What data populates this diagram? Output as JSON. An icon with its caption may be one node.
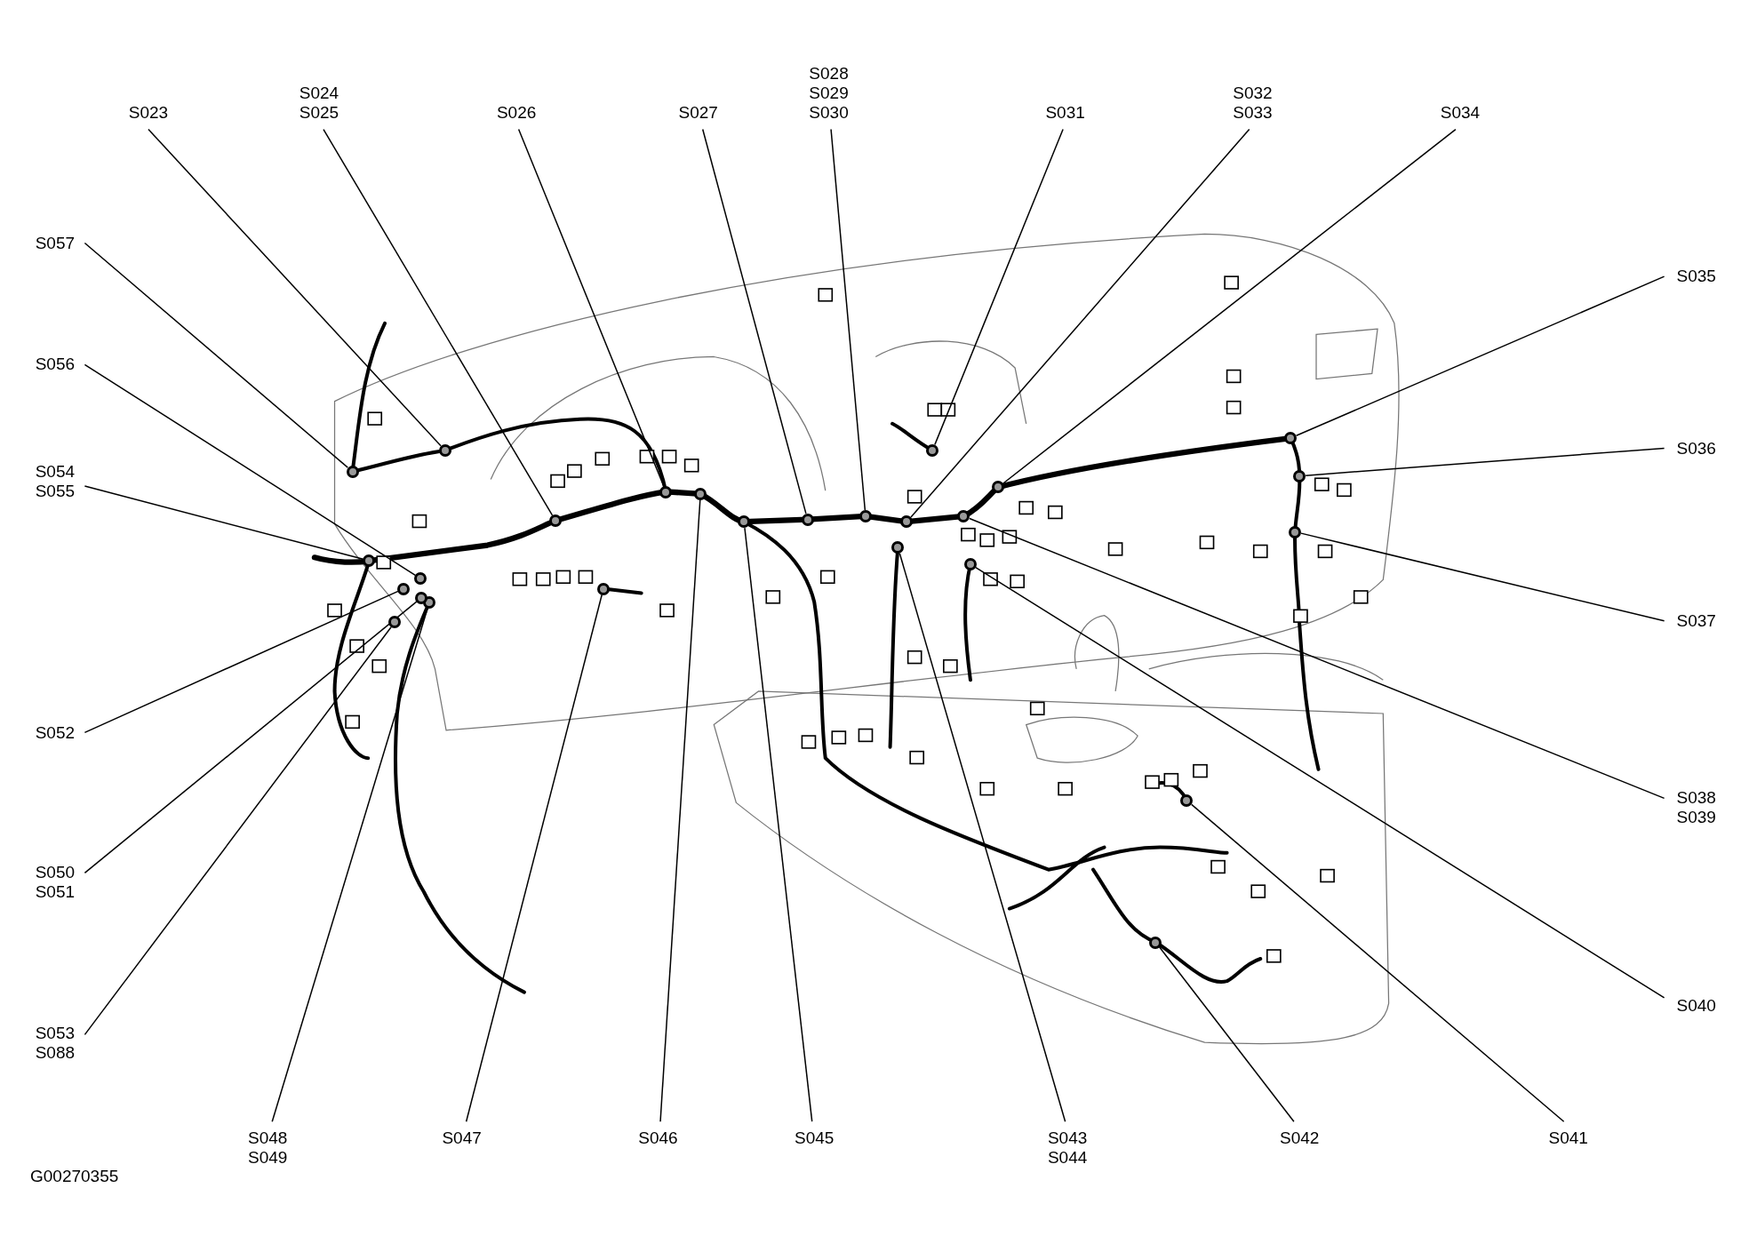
{
  "diagram": {
    "nodes": [
      {
        "text": [
          "S023"
        ]
      },
      {
        "text": [],
        "shape": "circle"
      },
      {
        "text": [
          "S024 S025"
        ]
      },
      {
        "text": [],
        "shape": "circle"
      },
      {
        "text": [
          "S026"
        ]
      },
      {
        "text": [],
        "shape": "circle"
      },
      {
        "text": [
          "S027"
        ]
      },
      {
        "text": [],
        "shape": "circle"
      },
      {
        "text": [
          "S028 S029 S030"
        ]
      },
      {
        "text": [],
        "shape": "circle"
      },
      {
        "text": [
          "S031"
        ]
      },
      {
        "text": [],
        "shape": "circle"
      },
      {
        "text": [
          "S032 S033"
        ]
      },
      {
        "text": [],
        "shape": "circle"
      },
      {
        "text": [
          "S034"
        ]
      },
      {
        "text": [],
        "shape": "circle"
      },
      {
        "text": [
          "S035"
        ]
      },
      {
        "text": [],
        "shape": "circle"
      },
      {
        "text": [
          "S036"
        ]
      },
      {
        "text": [],
        "shape": "circle"
      },
      {
        "text": [
          "S037"
        ]
      },
      {
        "text": [],
        "shape": "circle"
      },
      {
        "text": [
          "S038 S039"
        ]
      },
      {
        "text": [],
        "shape": "circle"
      },
      {
        "text": [
          "S040"
        ]
      },
      {
        "text": [],
        "shape": "circle"
      },
      {
        "text": [
          "S041"
        ]
      },
      {
        "text": [],
        "shape": "circle"
      },
      {
        "text": [
          "S042"
        ]
      },
      {
        "text": [],
        "shape": "circle"
      },
      {
        "text": [
          "S043 S044"
        ]
      },
      {
        "text": [],
        "shape": "circle"
      },
      {
        "text": [
          "S045"
        ]
      },
      {
        "text": [],
        "shape": "circle"
      },
      {
        "text": [
          "S046"
        ]
      },
      {
        "text": [],
        "shape": "circle"
      },
      {
        "text": [
          "S047"
        ]
      },
      {
        "text": [],
        "shape": "circle"
      },
      {
        "text": [
          "S048 S049"
        ]
      },
      {
        "text": [],
        "shape": "circle"
      },
      {
        "text": [
          "S053 S088"
        ]
      },
      {
        "text": [],
        "shape": "circle"
      },
      {
        "text": [
          "S050 S051"
        ]
      },
      {
        "text": [],
        "shape": "circle"
      },
      {
        "text": [
          "S052"
        ]
      },
      {
        "text": [],
        "shape": "circle"
      },
      {
        "text": [
          "S054 S055"
        ]
      },
      {
        "text": [],
        "shape": "circle"
      },
      {
        "text": [
          "S056"
        ]
      },
      {
        "text": [],
        "shape": "circle"
      },
      {
        "text": [
          "S057"
        ]
      },
      {
        "text": [],
        "shape": "circle"
      }
    ],
    "edges": [
      {
        "from": 0,
        "to": 1,
        "arrow": "none"
      },
      {
        "from": 2,
        "to": 3,
        "arrow": "none"
      },
      {
        "from": 4,
        "to": 5,
        "arrow": "none"
      },
      {
        "from": 6,
        "to": 7,
        "arrow": "none"
      },
      {
        "from": 8,
        "to": 9,
        "arrow": "none"
      },
      {
        "from": 10,
        "to": 11,
        "arrow": "none"
      },
      {
        "from": 12,
        "to": 13,
        "arrow": "none"
      },
      {
        "from": 14,
        "to": 15,
        "arrow": "none"
      },
      {
        "from": 16,
        "to": 17,
        "arrow": "none"
      },
      {
        "from": 18,
        "to": 19,
        "arrow": "none"
      },
      {
        "from": 20,
        "to": 21,
        "arrow": "none"
      },
      {
        "from": 22,
        "to": 23,
        "arrow": "none"
      },
      {
        "from": 24,
        "to": 25,
        "arrow": "none"
      },
      {
        "from": 26,
        "to": 27,
        "arrow": "none"
      },
      {
        "from": 28,
        "to": 29,
        "arrow": "none"
      },
      {
        "from": 30,
        "to": 31,
        "arrow": "none"
      },
      {
        "from": 32,
        "to": 33,
        "arrow": "none"
      },
      {
        "from": 34,
        "to": 35,
        "arrow": "none"
      },
      {
        "from": 36,
        "to": 37,
        "arrow": "none"
      },
      {
        "from": 38,
        "to": 39,
        "arrow": "none"
      },
      {
        "from": 40,
        "to": 41,
        "arrow": "none"
      },
      {
        "from": 42,
        "to": 43,
        "arrow": "none"
      },
      {
        "from": 44,
        "to": 45,
        "arrow": "none"
      },
      {
        "from": 46,
        "to": 47,
        "arrow": "none"
      },
      {
        "from": 48,
        "to": 49,
        "arrow": "none"
      },
      {
        "from": 50,
        "to": 51,
        "arrow": "none"
      }
    ],
    "labels": [
      "G00270355"
    ]
  }
}
